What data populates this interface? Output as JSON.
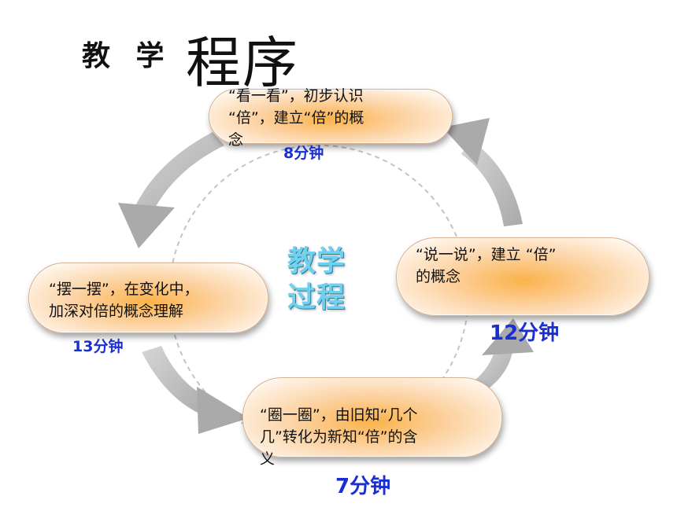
{
  "title": {
    "prefix": "教 学",
    "main": "程序"
  },
  "center_label": {
    "line1": "教学",
    "line2": "过程"
  },
  "steps": [
    {
      "text": "“看一看”，初步认识\n“倍”，建立“倍”的概\n念",
      "duration": "8分钟"
    },
    {
      "text": "“说一说”，建立 “倍”\n的概念",
      "duration": "12分钟"
    },
    {
      "text": "“圈一圈”，由旧知“几个\n几”转化为新知“倍”的含\n义",
      "duration": "7分钟"
    },
    {
      "text": "“摆一摆”，在变化中，\n加深对倍的概念理解",
      "duration": "13分钟"
    }
  ],
  "colors": {
    "time_text": "#1a2fd1",
    "center_text": "#6fd1ee",
    "arrow": "#b4b4b4"
  }
}
